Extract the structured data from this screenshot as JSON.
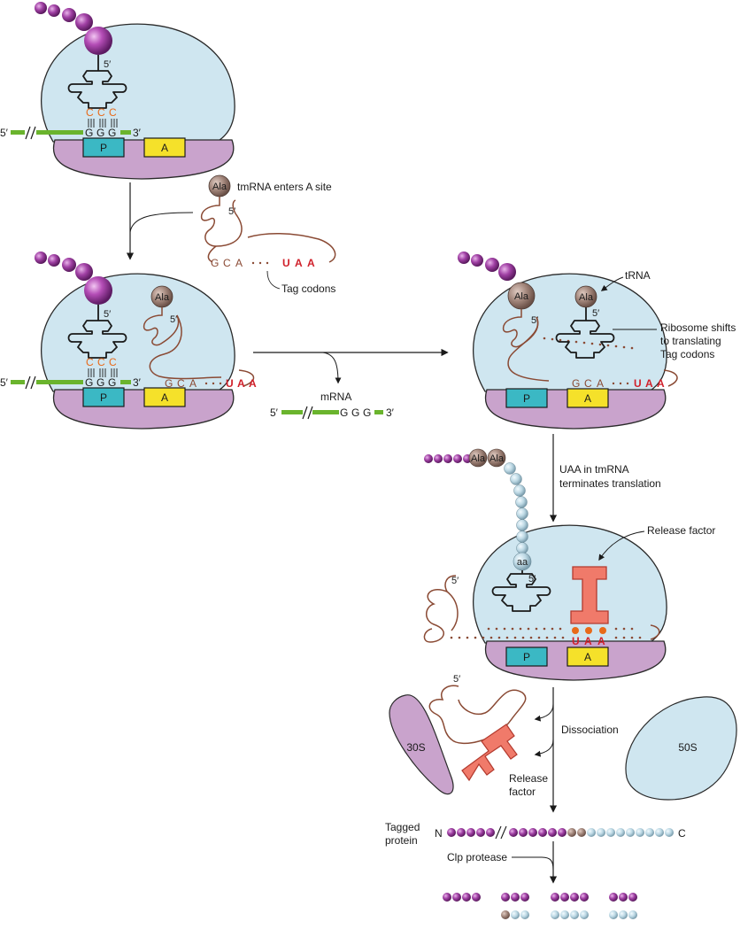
{
  "labels": {
    "five_prime": "5′",
    "three_prime": "3′",
    "p_site": "P",
    "a_site": "A",
    "ala": "Ala",
    "aa": "aa",
    "n_term": "N",
    "c_term": "C",
    "tmrna_enters": "tmRNA enters A site",
    "tag_codons": "Tag codons",
    "trna": "tRNA",
    "ribosome_shifts_1": "Ribosome shifts",
    "ribosome_shifts_2": "to translating",
    "ribosome_shifts_3": "Tag codons",
    "mrna": "mRNA",
    "uaa_terminates_1": "UAA in tmRNA",
    "uaa_terminates_2": "terminates translation",
    "release_factor": "Release factor",
    "release_factor_1": "Release",
    "release_factor_2": "factor",
    "dissociation": "Dissociation",
    "small_subunit": "30S",
    "large_subunit": "50S",
    "tagged_protein_1": "Tagged",
    "tagged_protein_2": "protein",
    "clp_protease": "Clp protease"
  },
  "codons": {
    "anticodon": [
      "C",
      "C",
      "C"
    ],
    "codon": [
      "G",
      "G",
      "G"
    ],
    "tag_start": [
      "G",
      "C",
      "A"
    ],
    "tag_stop": [
      "U",
      "A",
      "A"
    ]
  },
  "colors": {
    "ribosome_large": "#cfe6f0",
    "ribosome_small": "#c9a3cc",
    "p_site": "#3bb8c4",
    "a_site": "#f5e12a",
    "mrna": "#6ab42d",
    "tmrna": "#8a4a34",
    "peptide": "#a04aa4",
    "tag_bead": "#bcd8e4",
    "ala_bead": "#a88a7c",
    "release_factor": "#f07a6a",
    "stop_codon": "#d0202a",
    "anticodon": "#e86a1a"
  }
}
